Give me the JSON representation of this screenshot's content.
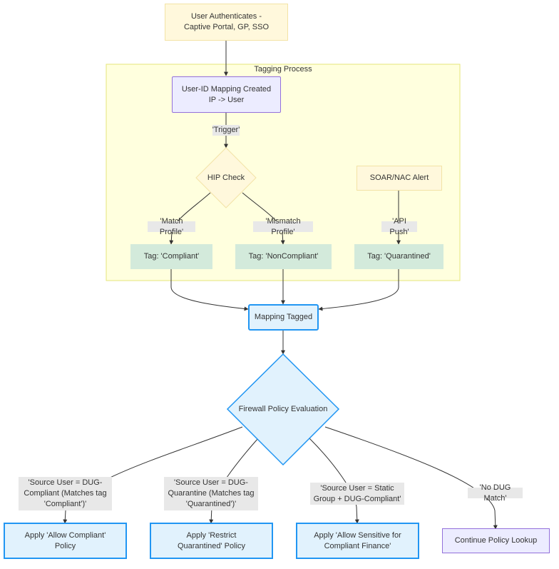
{
  "cluster": {
    "title": "Tagging Process"
  },
  "nodes": {
    "user_auth": "User Authenticates -\nCaptive Portal, GP, SSO",
    "userid_mapping": "User-ID Mapping Created\nIP -> User",
    "hip_check": "HIP Check",
    "soar_nac": "SOAR/NAC Alert",
    "tag_compliant": "Tag: 'Compliant'",
    "tag_noncompliant": "Tag: 'NonCompliant'",
    "tag_quarantined": "Tag: 'Quarantined'",
    "mapping_tagged": "Mapping Tagged",
    "firewall_eval": "Firewall Policy Evaluation",
    "allow_compliant": "Apply 'Allow Compliant'\nPolicy",
    "restrict_quarantined": "Apply 'Restrict\nQuarantined' Policy",
    "allow_sensitive": "Apply 'Allow Sensitive for\nCompliant Finance'",
    "continue_lookup": "Continue Policy Lookup"
  },
  "edge_labels": {
    "trigger": "'Trigger'",
    "match_profile": "'Match Profile'",
    "mismatch_profile": "'Mismatch Profile'",
    "api_push": "'API Push'",
    "source_compliant": "'Source User = DUG-\nCompliant (Matches tag\n'Compliant')'",
    "source_quarantine": "'Source User = DUG-\nQuarantine (Matches tag\n'Quarantined')'",
    "source_static": "'Source User = Static\nGroup + DUG-Compliant'",
    "no_dug_match": "'No DUG Match'"
  },
  "colors": {
    "edge": "#333333",
    "cluster_fill": "#ffffde",
    "cluster_stroke": "#e6e67a",
    "decision_blue": "#2196f3"
  }
}
